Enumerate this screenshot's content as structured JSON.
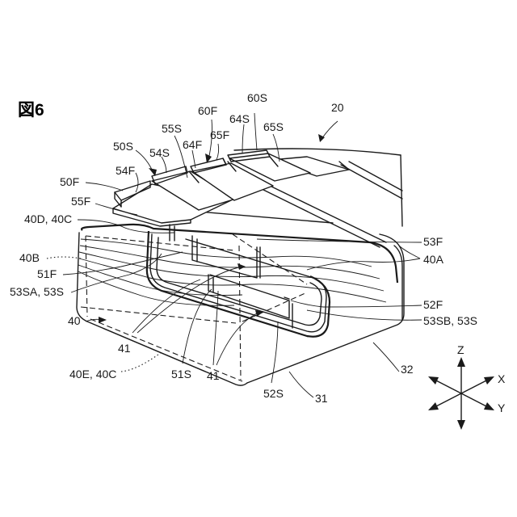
{
  "figure": {
    "title": "図6",
    "labels": {
      "l20": "20",
      "l60S": "60S",
      "l60F": "60F",
      "l55S": "55S",
      "l64S": "64S",
      "l65S": "65S",
      "l65F": "65F",
      "l64F": "64F",
      "l50S": "50S",
      "l54S": "54S",
      "l54F": "54F",
      "l50F": "50F",
      "l55F": "55F",
      "l40D40C": "40D, 40C",
      "l40B": "40B",
      "l51F": "51F",
      "l53SA53S": "53SA, 53S",
      "l40": "40",
      "l41a": "41",
      "l40E40C": "40E, 40C",
      "l51S": "51S",
      "l41b": "41",
      "l52S": "52S",
      "l31": "31",
      "l32": "32",
      "l53F": "53F",
      "l40A": "40A",
      "l52F": "52F",
      "l53SB53S": "53SB, 53S",
      "axisZ": "Z",
      "axisX": "X",
      "axisY": "Y"
    }
  }
}
